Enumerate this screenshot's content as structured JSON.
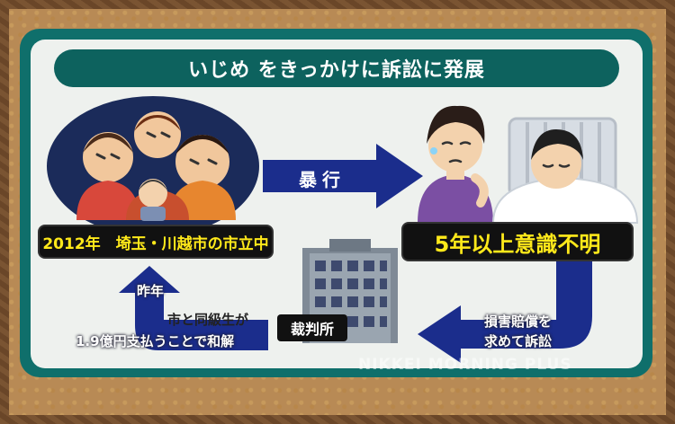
{
  "title": "いじめ をきっかけに訴訟に発展",
  "left_label": "2012年　埼玉・川越市の市立中",
  "right_label": "5年以上意識不明",
  "arrow_violence": "暴行",
  "arrow_lawsuit_line1": "損害賠償を",
  "arrow_lawsuit_line2": "求めて訴訟",
  "court_label": "裁判所",
  "last_year_label": "昨年",
  "settlement_line1": "市と同級生が",
  "settlement_line2": "1.9億円支払うことで和解",
  "watermark": "NIKKEI MORNING PLUS",
  "icons": [
    "bully-group-illustration",
    "worried-mother-illustration",
    "patient-in-bed-illustration",
    "courthouse-building-illustration"
  ],
  "colors": {
    "teal": "#0f6f6b",
    "arrow_navy": "#1b2d8c",
    "label_yellow": "#ffe91a"
  }
}
